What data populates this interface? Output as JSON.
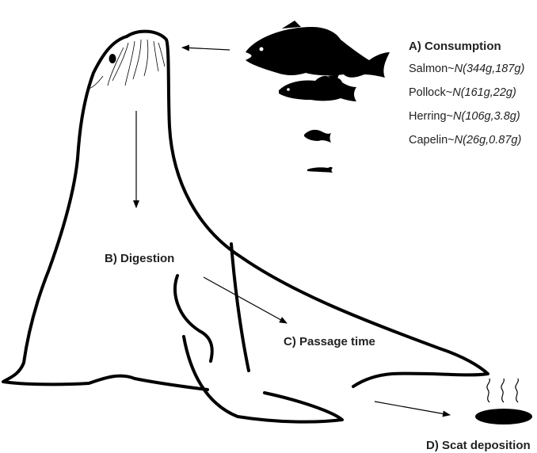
{
  "labels": {
    "consumption": "A) Consumption",
    "digestion": "B) Digestion",
    "passage_time": "C) Passage time",
    "scat_deposition": "D) Scat deposition"
  },
  "prey": [
    {
      "name": "Salmon~",
      "distribution": "N(344g,187g)"
    },
    {
      "name": "Pollock~",
      "distribution": "N(161g,22g)"
    },
    {
      "name": "Herring~",
      "distribution": "N(106g,3.8g)"
    },
    {
      "name": "Capelin~",
      "distribution": "N(26g,0.87g)"
    }
  ],
  "icons": [
    "sea-lion-outline",
    "salmon-icon",
    "pollock-icon",
    "herring-icon",
    "capelin-icon",
    "scat-icon",
    "steam-icon"
  ],
  "colors": {
    "ink": "#000000",
    "text": "#222222",
    "background": "#ffffff"
  }
}
